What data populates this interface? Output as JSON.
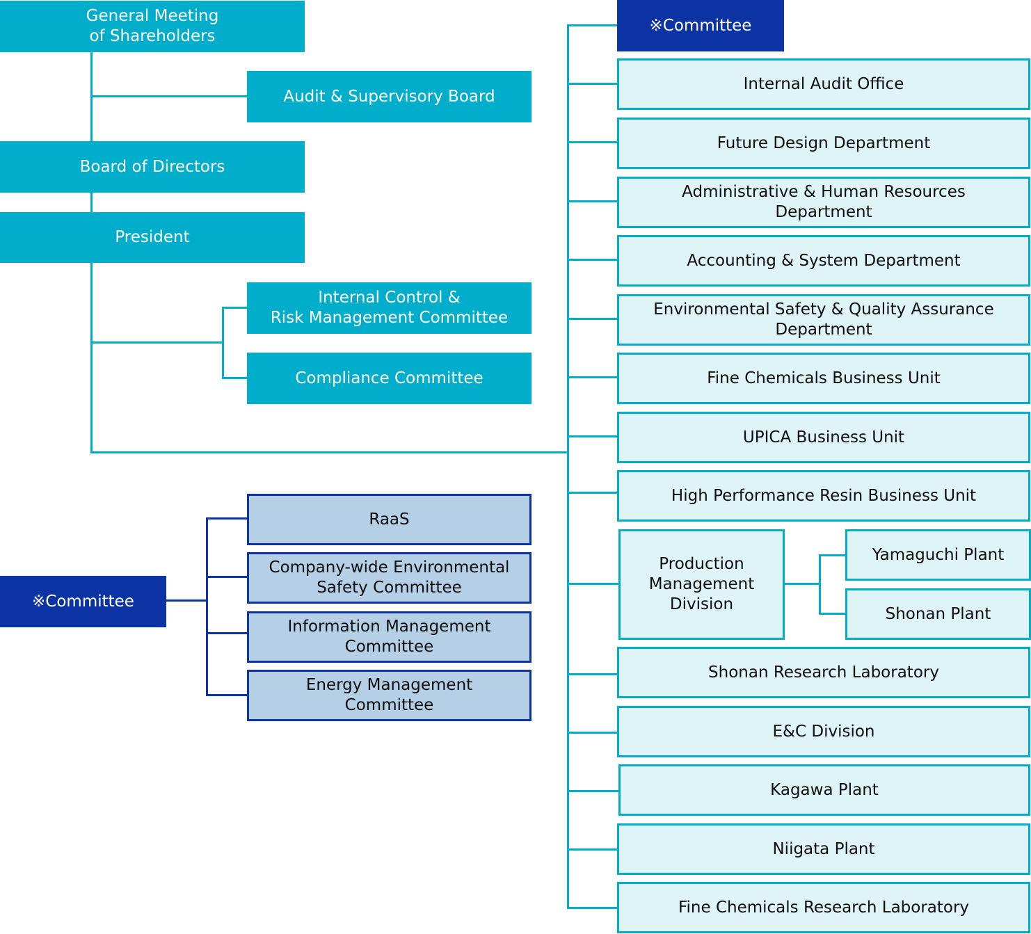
{
  "top": {
    "shareholders": "General Meeting\nof Shareholders",
    "audit_board": "Audit & Supervisory Board",
    "board": "Board of Directors",
    "president": "President",
    "internal_control": "Internal Control &\nRisk Management Committee",
    "compliance": "Compliance Committee"
  },
  "committee_header": "※Committee",
  "departments": [
    "Internal Audit Office",
    "Future Design Department",
    "Administrative & Human Resources\nDepartment",
    "Accounting & System Department",
    "Environmental Safety & Quality Assurance\nDepartment",
    "Fine Chemicals Business Unit",
    "UPICA Business Unit",
    "High Performance Resin Business Unit",
    "Production\nManagement\nDivision",
    "Yamaguchi Plant",
    "Shonan Plant",
    "Shonan Research Laboratory",
    "E&C Division",
    "Kagawa Plant",
    "Niigata Plant",
    "Fine Chemicals Research Laboratory"
  ],
  "committees": {
    "label": "※Committee",
    "items": [
      "RaaS",
      "Company-wide Environmental\nSafety Committee",
      "Information Management\nCommittee",
      "Energy Management\nCommittee"
    ]
  },
  "colors": {
    "teal": "#00aecb",
    "navy": "#0b33a3",
    "light_fill": "#dff4f7",
    "blue_fill": "#b5d0e6"
  }
}
